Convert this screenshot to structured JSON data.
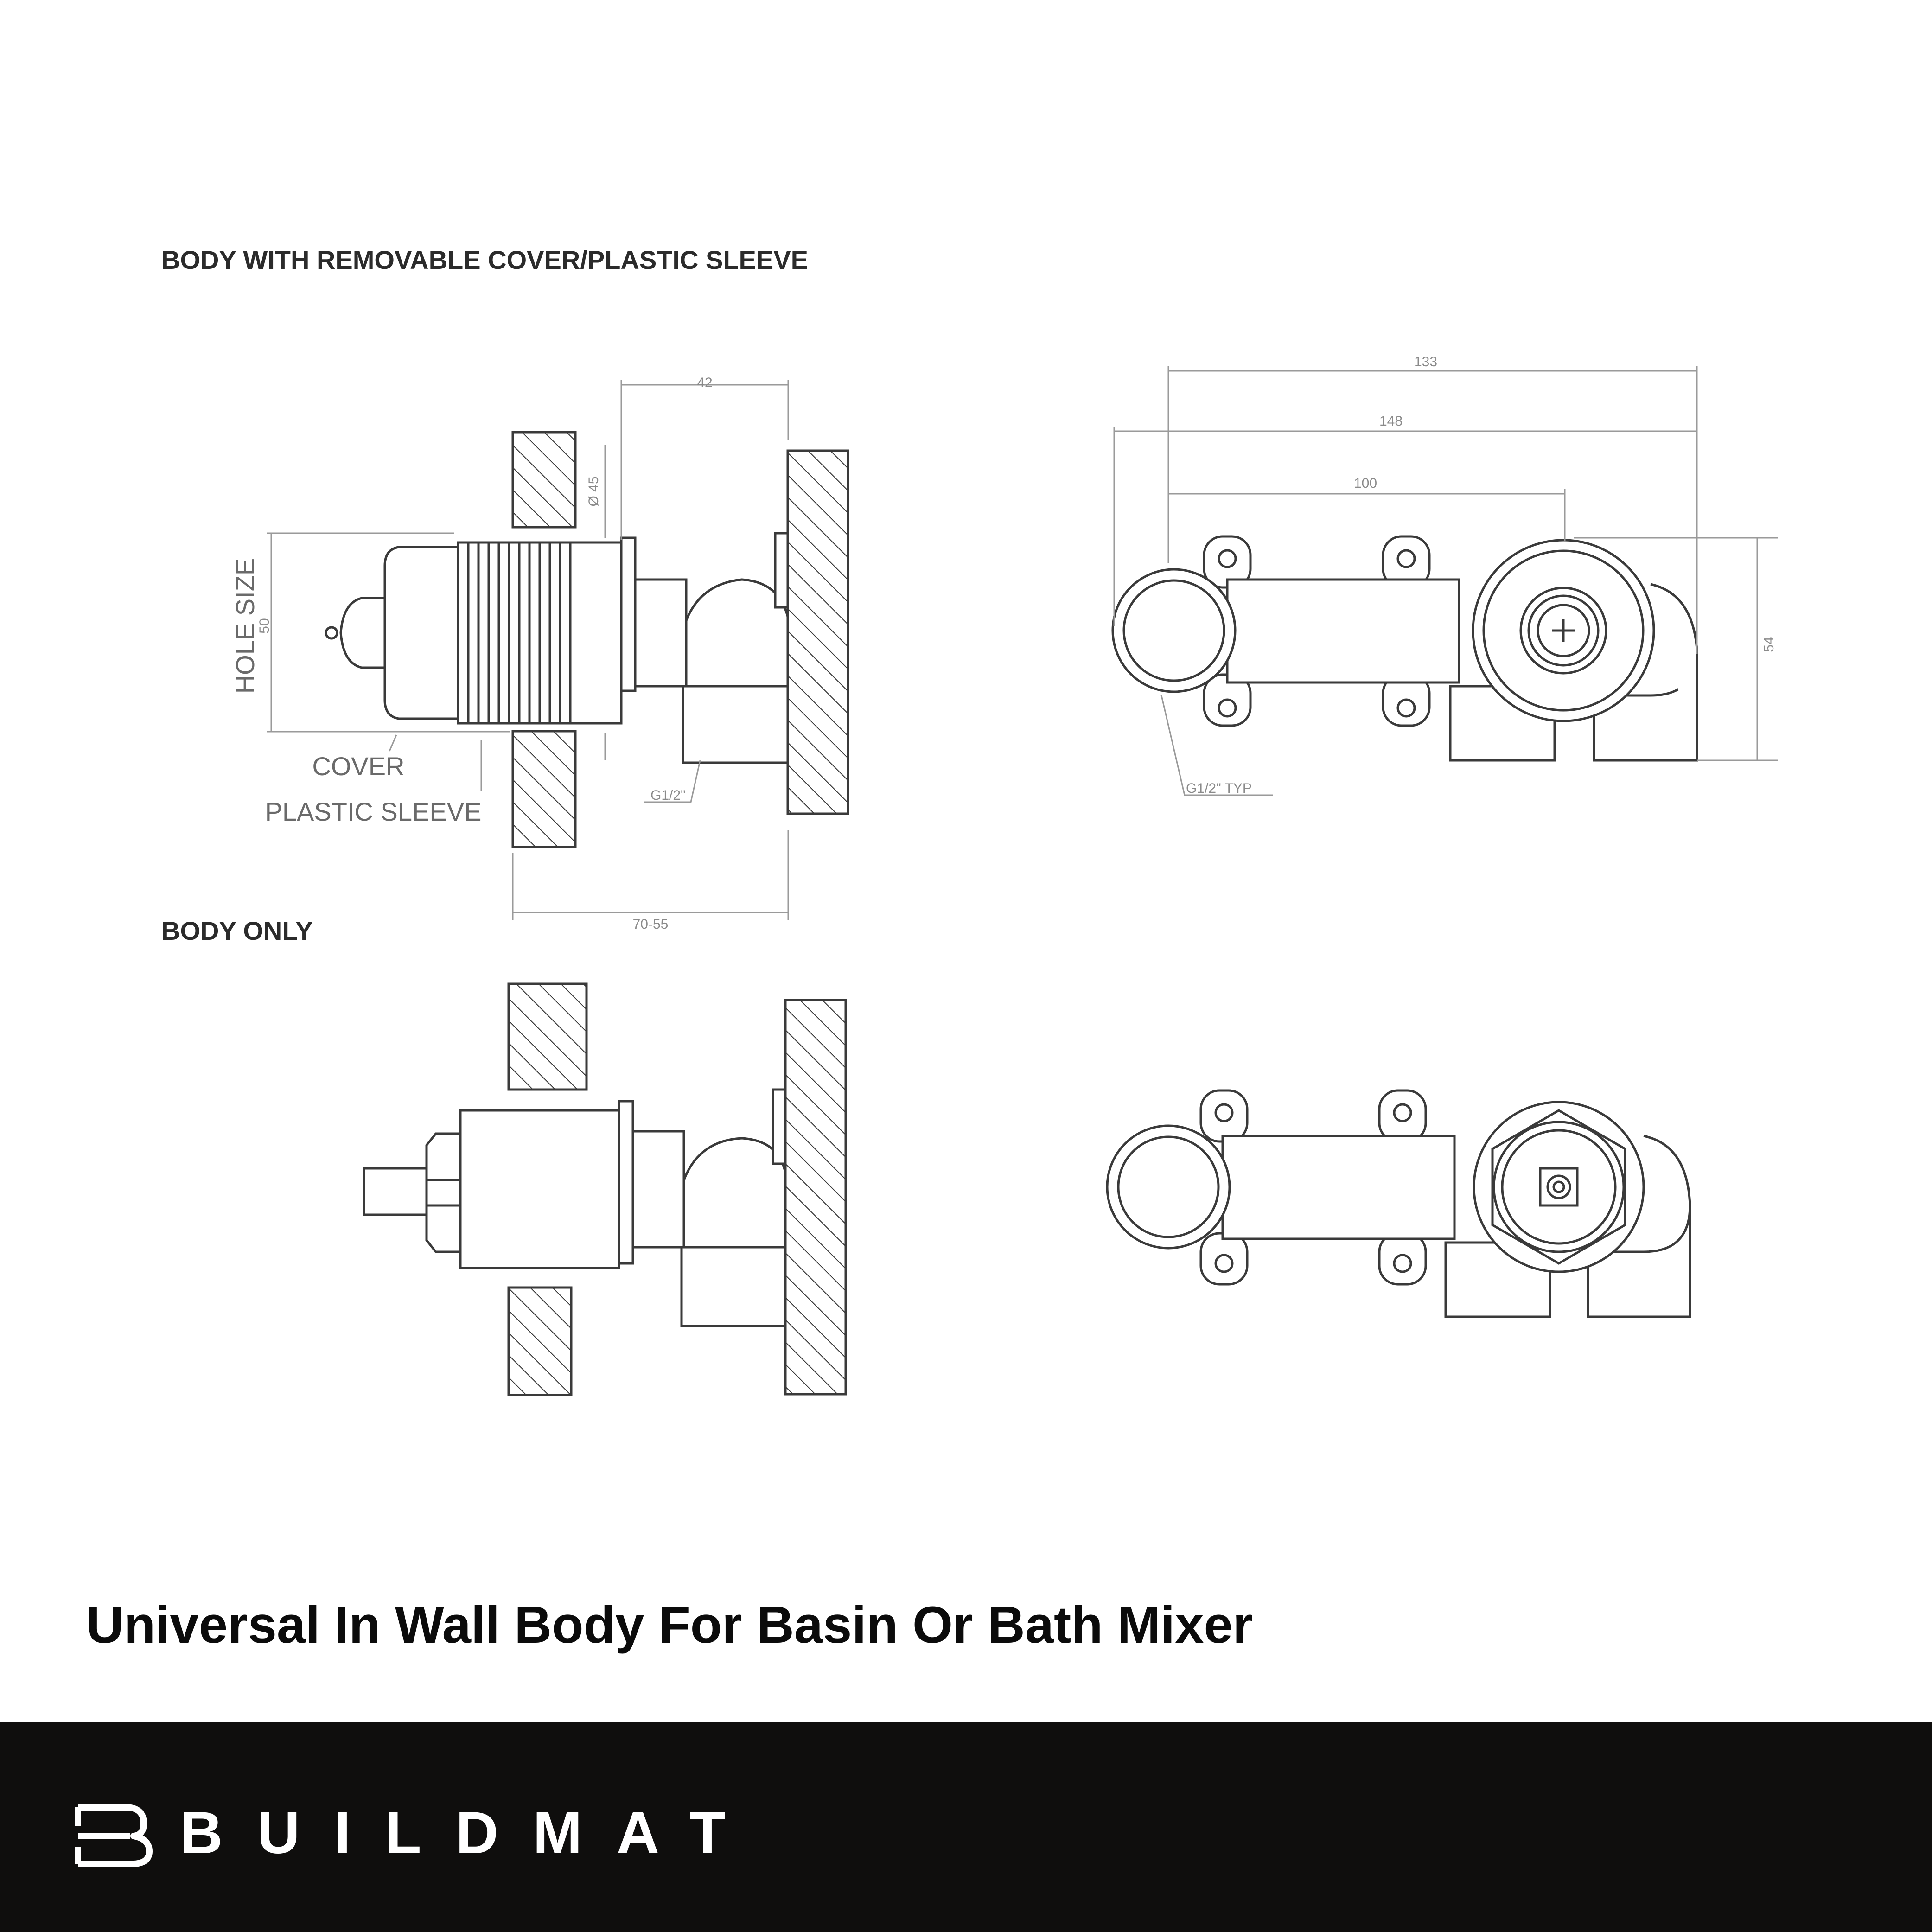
{
  "drawing": {
    "section_top_label": "BODY WITH REMOVABLE COVER/PLASTIC SLEEVE",
    "section_bottom_label": "BODY ONLY",
    "callouts": {
      "hole_size": "HOLE SIZE",
      "cover": "COVER",
      "plastic_sleeve": "PLASTIC SLEEVE"
    },
    "dimensions": {
      "side_depth": "42",
      "diameter": "Ø 45",
      "hole_size_value": "50",
      "wall_range": "70-55",
      "thread_side": "G1/2\"",
      "overall_133": "133",
      "overall_148": "148",
      "centres_100": "100",
      "height_54": "54",
      "thread_typ": "G1/2\" TYP"
    }
  },
  "product_title": "Universal In Wall Body For Basin Or Bath Mixer",
  "brand": {
    "name": "BUILDMAT",
    "logo_icon": "buildmat-b-logo-icon"
  },
  "colors": {
    "footer_background": "#0f0e0d",
    "brand_text": "#ffffff",
    "title_text": "#0b0b0b",
    "line": "#3a3a3a"
  }
}
